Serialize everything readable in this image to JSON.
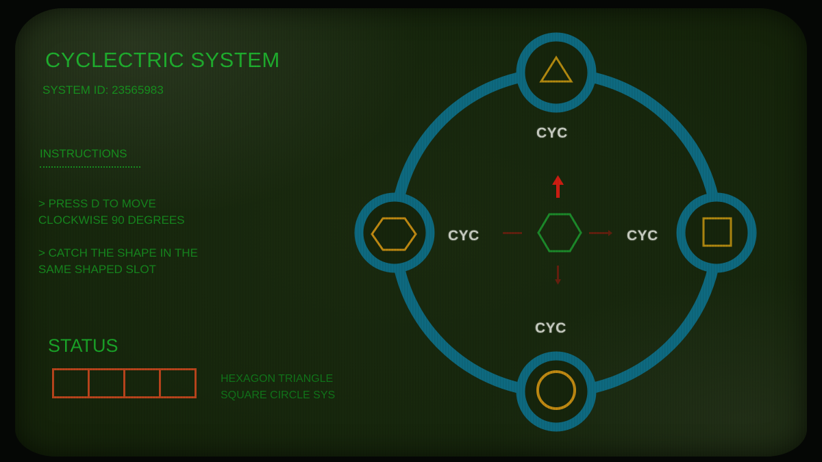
{
  "header": {
    "title": "CYCLECTRIC SYSTEM",
    "system_id_label": "SYSTEM ID: 23565983"
  },
  "instructions": {
    "heading": "INSTRUCTIONS",
    "items": [
      {
        "line1": ">  PRESS D TO MOVE",
        "line2": "CLOCKWISE 90 DEGREES"
      },
      {
        "line1": ">  CATCH THE SHAPE IN THE",
        "line2": "SAME SHAPED SLOT"
      }
    ]
  },
  "status": {
    "heading": "STATUS",
    "slots": [
      {
        "filled": false
      },
      {
        "filled": false
      },
      {
        "filled": false
      },
      {
        "filled": false
      }
    ],
    "legend_line1": "HEXAGON  TRIANGLE",
    "legend_line2": "SQUARE CIRCLE SYS"
  },
  "ring": {
    "color": "#0e6a80",
    "nodes": [
      {
        "position": "top",
        "shape": "triangle-icon",
        "label": "CYC"
      },
      {
        "position": "right",
        "shape": "square-icon",
        "label": "CYC"
      },
      {
        "position": "bottom",
        "shape": "circle-icon",
        "label": "CYC"
      },
      {
        "position": "left",
        "shape": "hexagon-icon",
        "label": "CYC"
      }
    ]
  },
  "center_piece": {
    "shape": "hexagon-icon",
    "color": "#1c8a2a",
    "active_direction": "up"
  },
  "colors": {
    "text_green": "#1fa22c",
    "slot_shape": "#c08a12",
    "arrow_red": "#d01d12",
    "status_border": "#b8441c",
    "label_gray": "#c9cec2"
  }
}
